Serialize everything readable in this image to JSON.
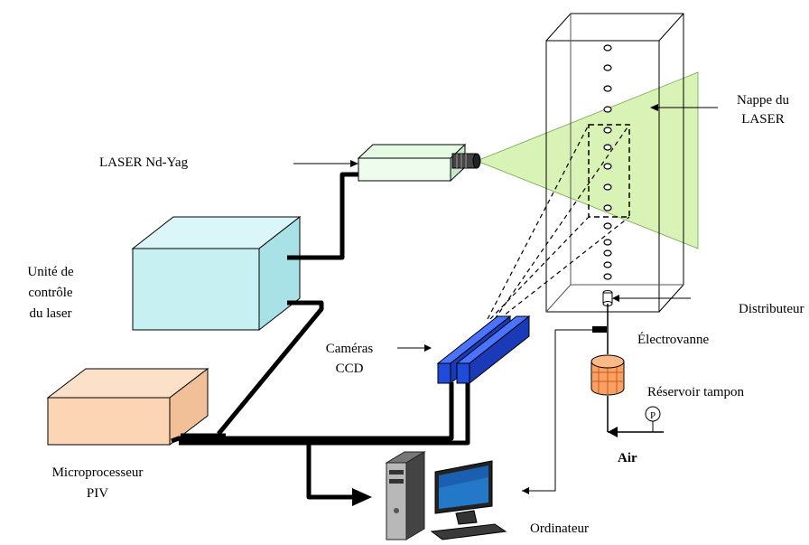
{
  "labels": {
    "laser": "LASER Nd-Yag",
    "controle_1": "Unité de",
    "controle_2": "contrôle",
    "controle_3": "du laser",
    "nappe_1": "Nappe du",
    "nappe_2": "LASER",
    "distributeur": "Distributeur",
    "electrovanne": "Électrovanne",
    "reservoir": "Réservoir tampon",
    "air": "Air",
    "cameras_1": "Caméras",
    "cameras_2": "CCD",
    "micro_1": "Microprocesseur",
    "micro_2": "PIV",
    "ordinateur": "Ordinateur",
    "gauge": "P"
  },
  "colors": {
    "laser_sheet": "#d9f2b5",
    "laser_box": "#e5fae5",
    "control_box": "#c6f0f2",
    "micro_box": "#fcd5b5",
    "camera": "#1f4bd8",
    "reservoir": "#f9a064"
  }
}
